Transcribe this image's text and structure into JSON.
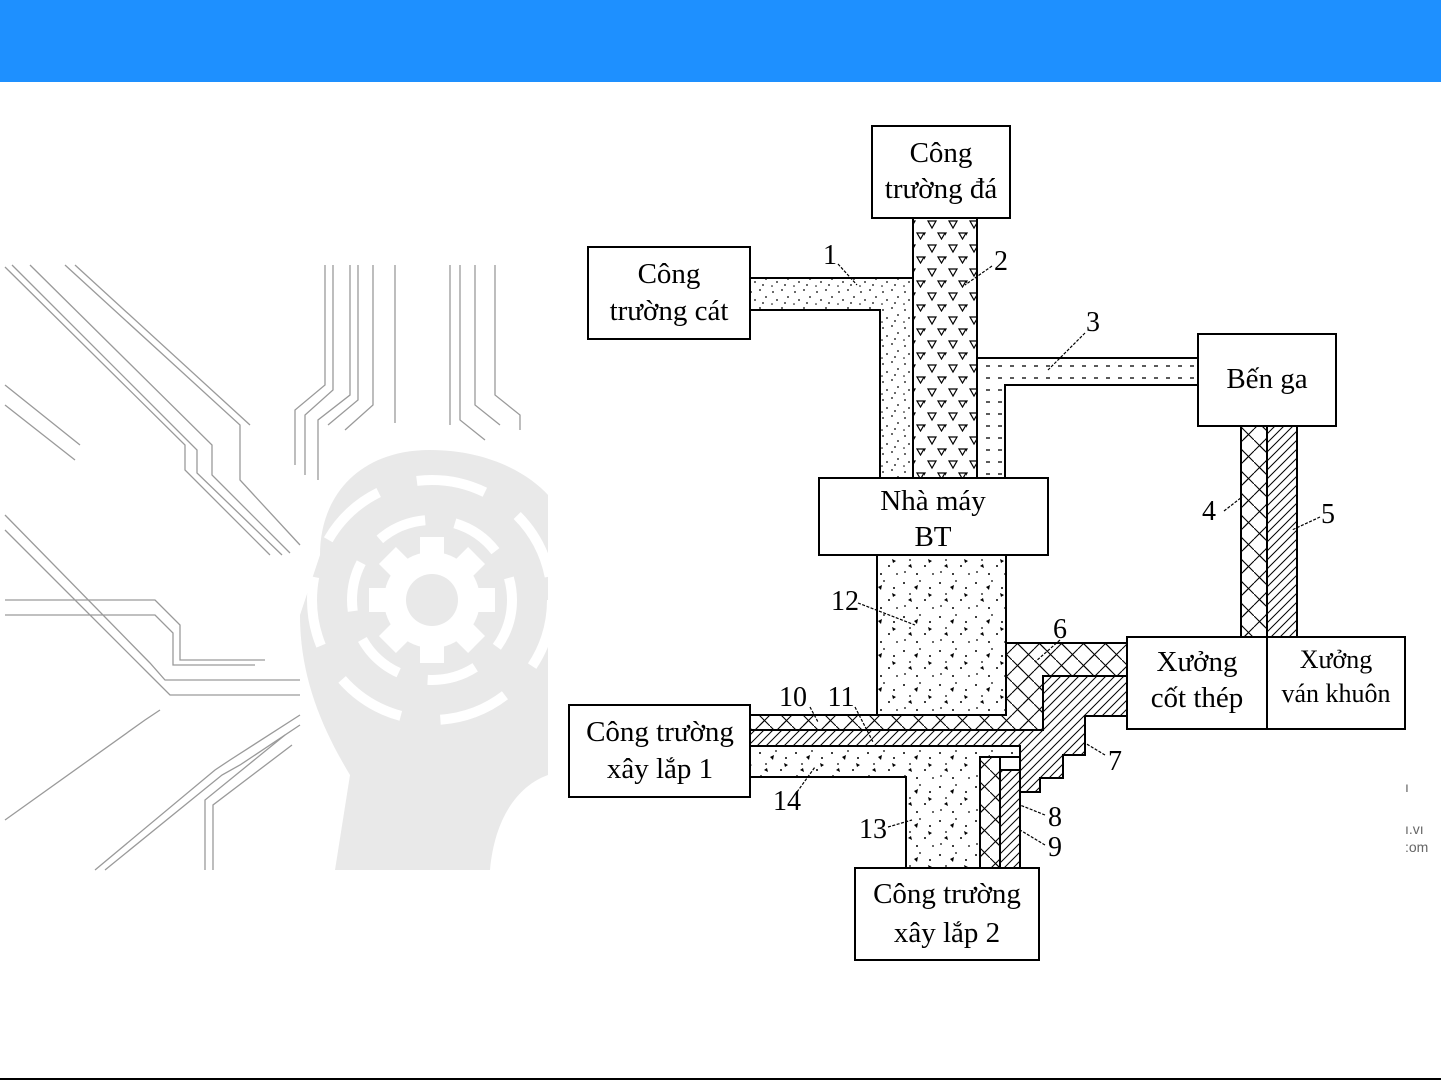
{
  "slide": {
    "header_color": "#1e90ff",
    "background_color": "#ffffff"
  },
  "diagram": {
    "title": "So do van chuyen vat lieu cong truong",
    "nodes": {
      "cong_truong_da": [
        "Công",
        "trường đá"
      ],
      "cong_truong_cat": [
        "Công",
        "trường cát"
      ],
      "ben_ga": [
        "Bến ga"
      ],
      "nha_may_bt": [
        "Nhà máy",
        "BT"
      ],
      "xuong_cot_thep": [
        "Xưởng",
        "cốt thép"
      ],
      "xuong_van_khuon": [
        "Xưởng",
        "ván khuôn"
      ],
      "cong_truong_xay_lap_1": [
        "Công trường",
        "xây lắp 1"
      ],
      "cong_truong_xay_lap_2": [
        "Công trường",
        "xây lắp 2"
      ]
    },
    "flow_labels": [
      "1",
      "2",
      "3",
      "4",
      "5",
      "6",
      "7",
      "8",
      "9",
      "10",
      "11",
      "12",
      "13",
      "14"
    ],
    "flows": [
      {
        "id": "1",
        "from": "Công trường cát",
        "to": "Nhà máy BT",
        "pattern": "sand"
      },
      {
        "id": "2",
        "from": "Công trường đá",
        "to": "Nhà máy BT",
        "pattern": "stone"
      },
      {
        "id": "3",
        "from": "Bến ga",
        "to": "Nhà máy BT",
        "pattern": "dashes"
      },
      {
        "id": "4",
        "from": "Bến ga",
        "to": "Xưởng cốt thép",
        "pattern": "brick"
      },
      {
        "id": "5",
        "from": "Bến ga",
        "to": "Xưởng ván khuôn",
        "pattern": "hatch"
      },
      {
        "id": "6",
        "from": "Xưởng cốt thép",
        "to": "Công trường xây lắp 1",
        "pattern": "brick"
      },
      {
        "id": "7",
        "from": "Xưởng cốt thép",
        "to": "Công trường xây lắp 1",
        "pattern": "hatch"
      },
      {
        "id": "8",
        "from": "Xưởng cốt thép",
        "to": "Công trường xây lắp 2",
        "pattern": "brick"
      },
      {
        "id": "9",
        "from": "Xưởng ván khuôn",
        "to": "Công trường xây lắp 2",
        "pattern": "hatch"
      },
      {
        "id": "10",
        "from": "Xưởng cốt thép",
        "to": "Công trường xây lắp 1",
        "pattern": "brick"
      },
      {
        "id": "11",
        "from": "Xưởng ván khuôn",
        "to": "Công trường xây lắp 1",
        "pattern": "hatch"
      },
      {
        "id": "12",
        "from": "Nhà máy BT",
        "to": "Công trường",
        "pattern": "concrete"
      },
      {
        "id": "13",
        "from": "Nhà máy BT",
        "to": "Công trường xây lắp 2",
        "pattern": "concrete"
      },
      {
        "id": "14",
        "from": "Nhà máy BT",
        "to": "Công trường xây lắp 1",
        "pattern": "concrete"
      }
    ]
  },
  "watermark": {
    "line1": "ı",
    "line2": "ı.vı",
    "line3": ":om"
  },
  "decoration": {
    "icon": "gear-head-circuit-icon"
  }
}
